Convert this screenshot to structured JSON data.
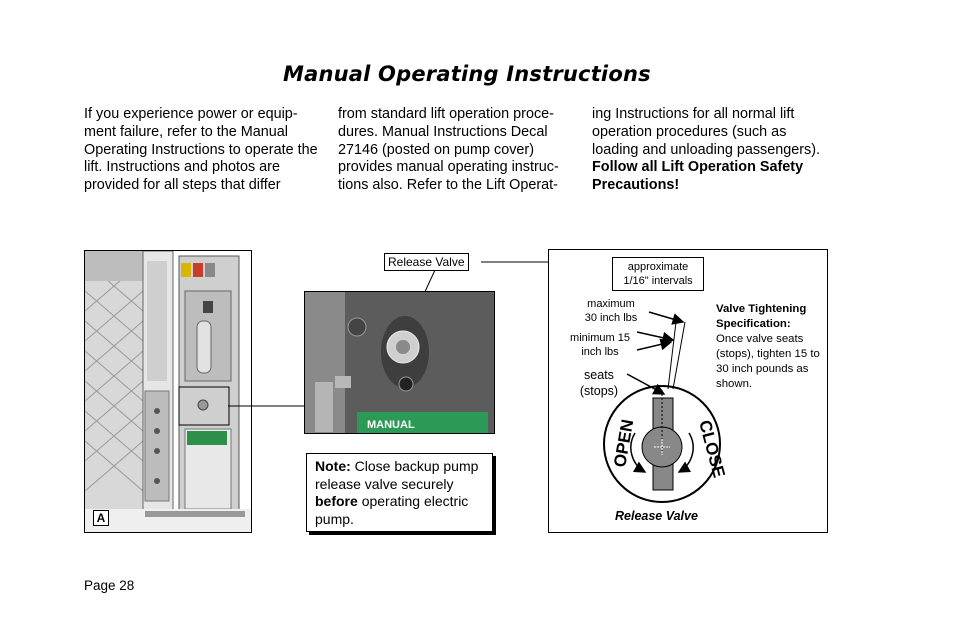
{
  "title": "Manual Operating Instructions",
  "columns": {
    "col1": "If you experience power or equip-ment failure, refer to the Manual Operating Instructions to operate the lift.  Instructions and photos are provided for all steps that differ",
    "col2": "from standard lift operation proce-dures.  Manual Instructions Decal 27146 (posted on pump cover) provides manual operating instruc-tions also.  Refer to the Lift Operat-",
    "col3": "ing Instructions for all normal lift operation procedures (such as loading and unloading passengers).",
    "col3_bold": "Follow all Lift Operation Safety Precautions!"
  },
  "photo_a": {
    "label": "A"
  },
  "photo_b": {
    "decal_text": "MANUAL"
  },
  "callout": {
    "label": "Release Valve"
  },
  "note": {
    "lead": "Note:",
    "text_1": "Close backup pump release valve securely",
    "bold": "before",
    "text_2": "operating electric pump."
  },
  "diagram": {
    "intervals": "approximate 1/16\" intervals",
    "maximum": "maximum 30 inch lbs",
    "minimum": "minimum 15 inch lbs",
    "seats": "seats (stops)",
    "spec_title": "Valve Tightening Specification:",
    "spec_text": "Once valve seats (stops), tighten 15 to 30 inch pounds as shown.",
    "open": "OPEN",
    "close": "CLOSE",
    "caption": "Release Valve"
  },
  "page_number": "Page 28"
}
